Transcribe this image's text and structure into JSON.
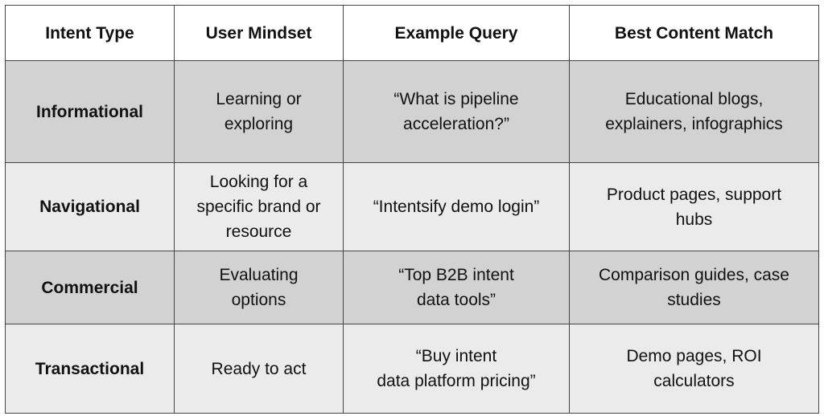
{
  "columns": [
    "Intent Type",
    "User Mindset",
    "Example Query",
    "Best Content Match"
  ],
  "rows": [
    {
      "intent": "Informational",
      "mindset": "Learning or\nexploring",
      "query": "“What is pipeline\nacceleration?”",
      "content": "Educational blogs,\nexplainers, infographics"
    },
    {
      "intent": "Navigational",
      "mindset": "Looking for a\nspecific brand or\nresource",
      "query": "“Intentsify demo login”",
      "content": "Product pages, support\nhubs"
    },
    {
      "intent": "Commercial",
      "mindset": "Evaluating\noptions",
      "query": "“Top B2B intent\ndata tools”",
      "content": "Comparison guides, case\nstudies"
    },
    {
      "intent": "Transactional",
      "mindset": "Ready to act",
      "query": "“Buy intent\ndata platform pricing”",
      "content": "Demo pages, ROI\ncalculators"
    }
  ],
  "colors": {
    "shaded_row": "#d2d2d2",
    "light_row": "#ebebeb",
    "header_row": "#ffffff",
    "border": "#444444"
  }
}
